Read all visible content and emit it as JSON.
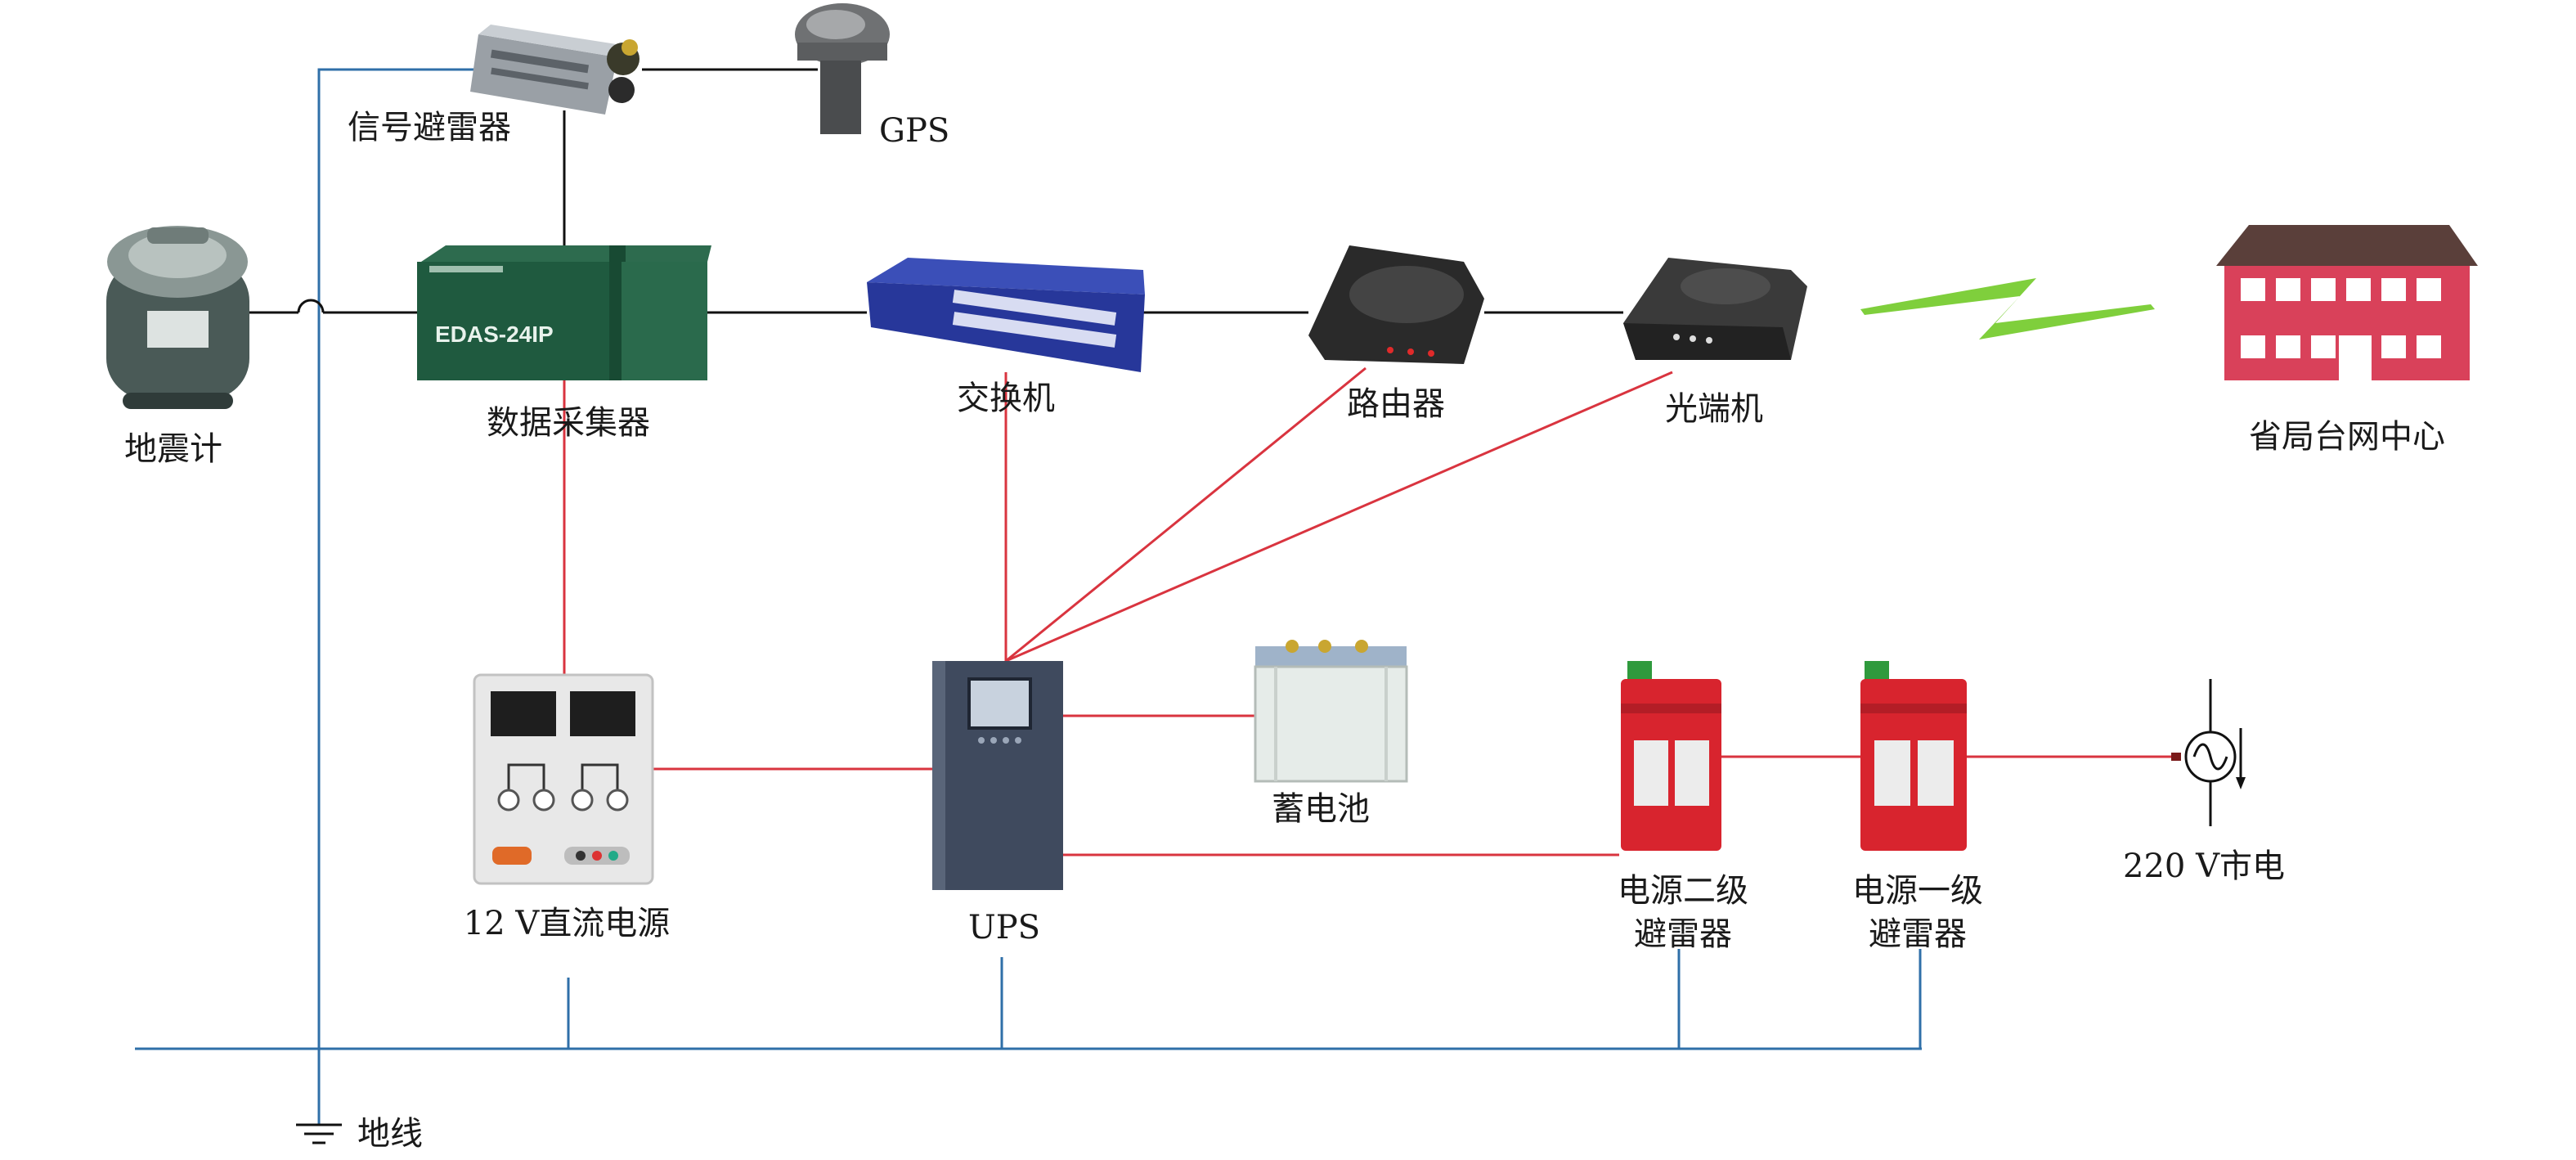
{
  "labels": {
    "signal_arrester": "信号避雷器",
    "gps": "GPS",
    "seismometer": "地震计",
    "data_collector": "数据采集器",
    "switch": "交换机",
    "router": "路由器",
    "optical_terminal": "光端机",
    "provincial_center": "省局台网中心",
    "dc_power": "12 V直流电源",
    "ups": "UPS",
    "battery": "蓄电池",
    "power_arrester_2_line1": "电源二级",
    "power_arrester_2_line2": "避雷器",
    "power_arrester_1_line1": "电源一级",
    "power_arrester_1_line2": "避雷器",
    "mains": "220 V市电",
    "ground": "地线"
  },
  "device_text": {
    "collector_model": "EDAS-24IP"
  },
  "colors": {
    "signal_line": "#111111",
    "power_line": "#d9343f",
    "ground_line": "#2f6fa8",
    "wireless_link": "#7fcf3c",
    "building": "#d9415a"
  },
  "icons": [
    "seismometer-icon",
    "signal-arrester-icon",
    "gps-antenna-icon",
    "data-collector-icon",
    "network-switch-icon",
    "router-icon",
    "optical-terminal-icon",
    "wireless-link-icon",
    "building-icon",
    "dc-power-supply-icon",
    "ups-icon",
    "battery-icon",
    "surge-arrester-icon",
    "ac-source-icon",
    "ground-symbol-icon"
  ]
}
